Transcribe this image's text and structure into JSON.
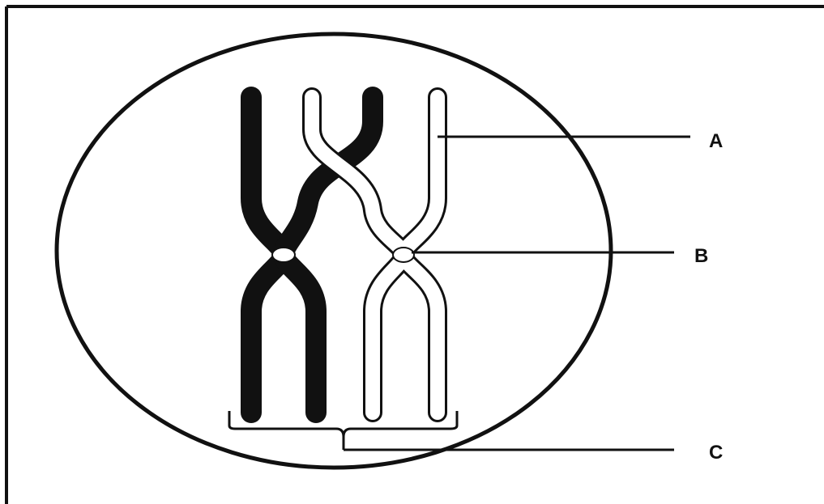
{
  "diagram": {
    "labels": {
      "a": "A",
      "b": "B",
      "c": "C"
    },
    "colors": {
      "stroke": "#111111",
      "dark_chromatid": "#111111",
      "light_chromatid": "#ffffff",
      "background": "#ffffff"
    }
  }
}
